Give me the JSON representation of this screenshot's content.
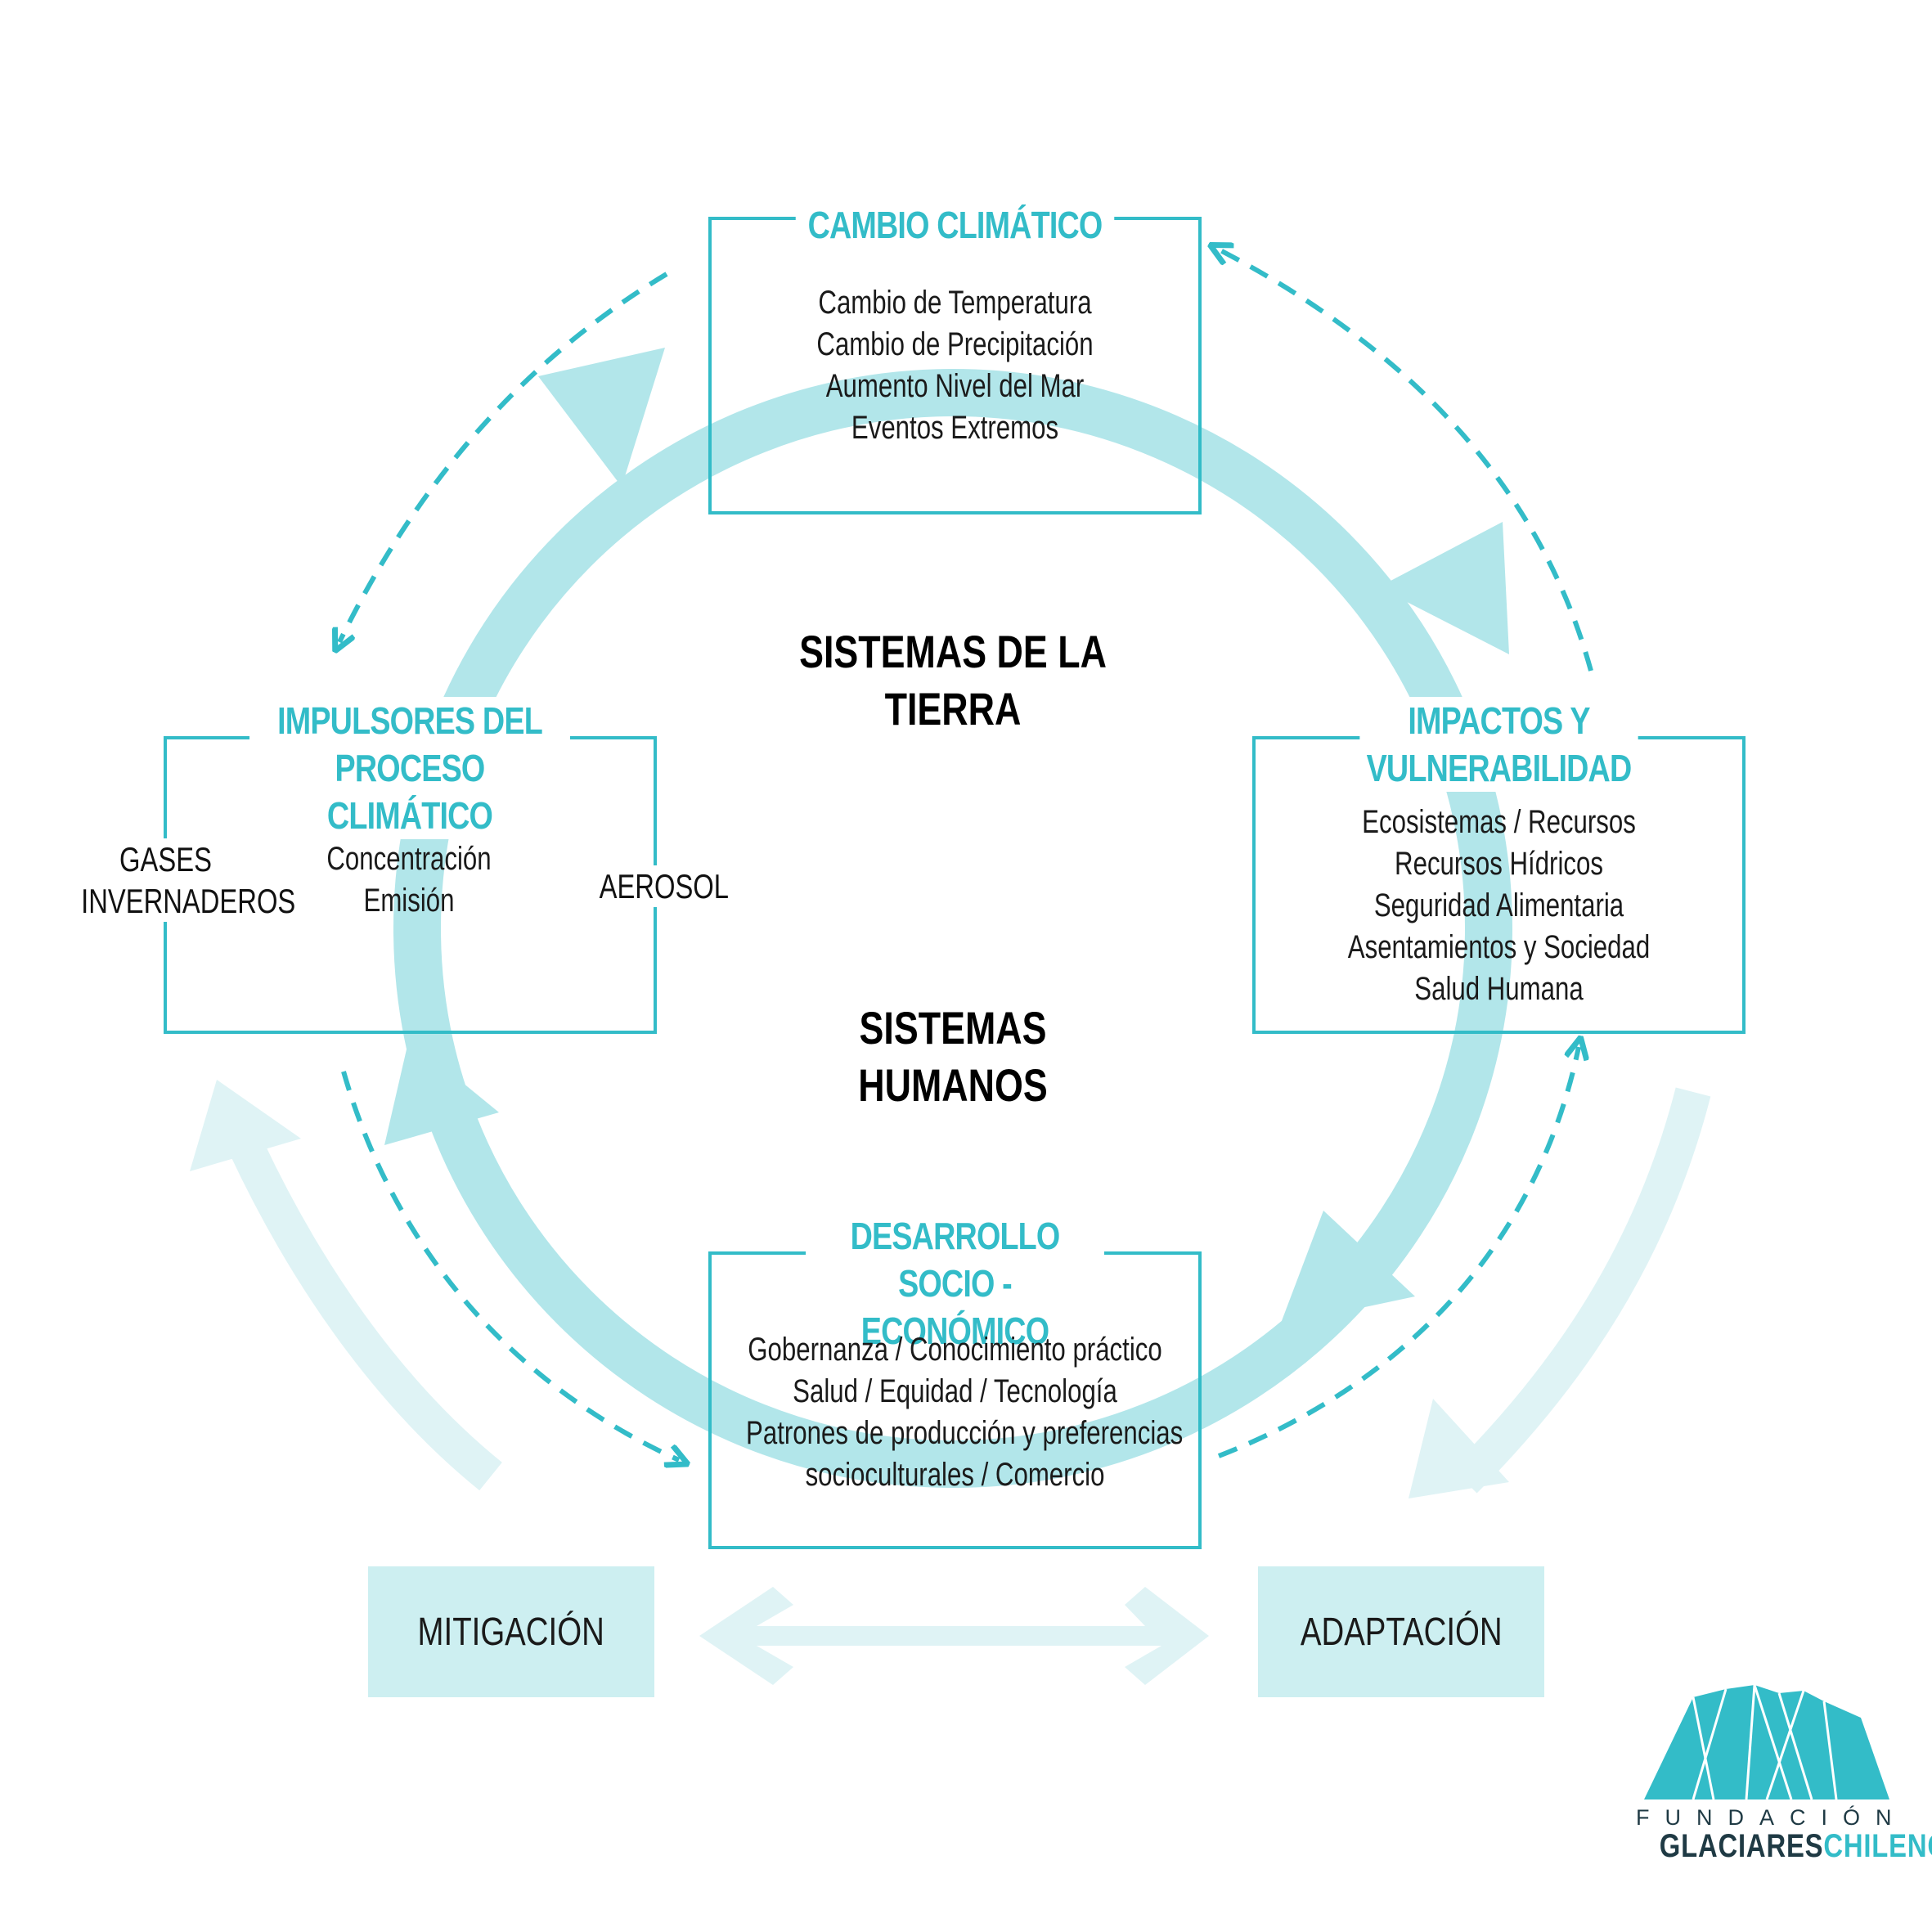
{
  "colors": {
    "accent": "#33bcc8",
    "ring": "#b2e6ea",
    "pale": "#cdeff1",
    "text": "#1a1a1a"
  },
  "cambio": {
    "title": "CAMBIO CLIMÁTICO",
    "lines": [
      "Cambio de Temperatura",
      "Cambio de Precipitación",
      "Aumento Nivel del Mar",
      "Eventos Extremos"
    ]
  },
  "impactos": {
    "title": [
      "IMPACTOS Y",
      "VULNERABILIDAD"
    ],
    "lines": [
      "Ecosistemas / Recursos",
      "Recursos Hídricos",
      "Seguridad Alimentaria",
      "Asentamientos y Sociedad",
      "Salud Humana"
    ]
  },
  "desarrollo": {
    "title": [
      "DESARROLLO",
      "SOCIO - ECONÓMICO"
    ],
    "lines": [
      "Gobernanza / Conocimiento práctico",
      "Salud / Equidad / Tecnología",
      "Patrones de producción y preferencias",
      "socioculturales / Comercio"
    ]
  },
  "impulsores": {
    "title": [
      "IMPULSORES DEL",
      "PROCESO CLIMÁTICO"
    ],
    "lines": [
      "Concentración",
      "Emisión"
    ],
    "left_label": [
      "GASES",
      "INVERNADEROS"
    ],
    "right_label": "AEROSOL"
  },
  "center": {
    "earth": [
      "SISTEMAS DE LA",
      "TIERRA"
    ],
    "human": [
      "SISTEMAS",
      "HUMANOS"
    ]
  },
  "responses": {
    "mitigation": "MITIGACIÓN",
    "adaptation": "ADAPTACIÓN"
  },
  "logo": {
    "sub": "FUNDACIÓN",
    "word1": "GLACIARES",
    "word2": "CHILENOS"
  }
}
